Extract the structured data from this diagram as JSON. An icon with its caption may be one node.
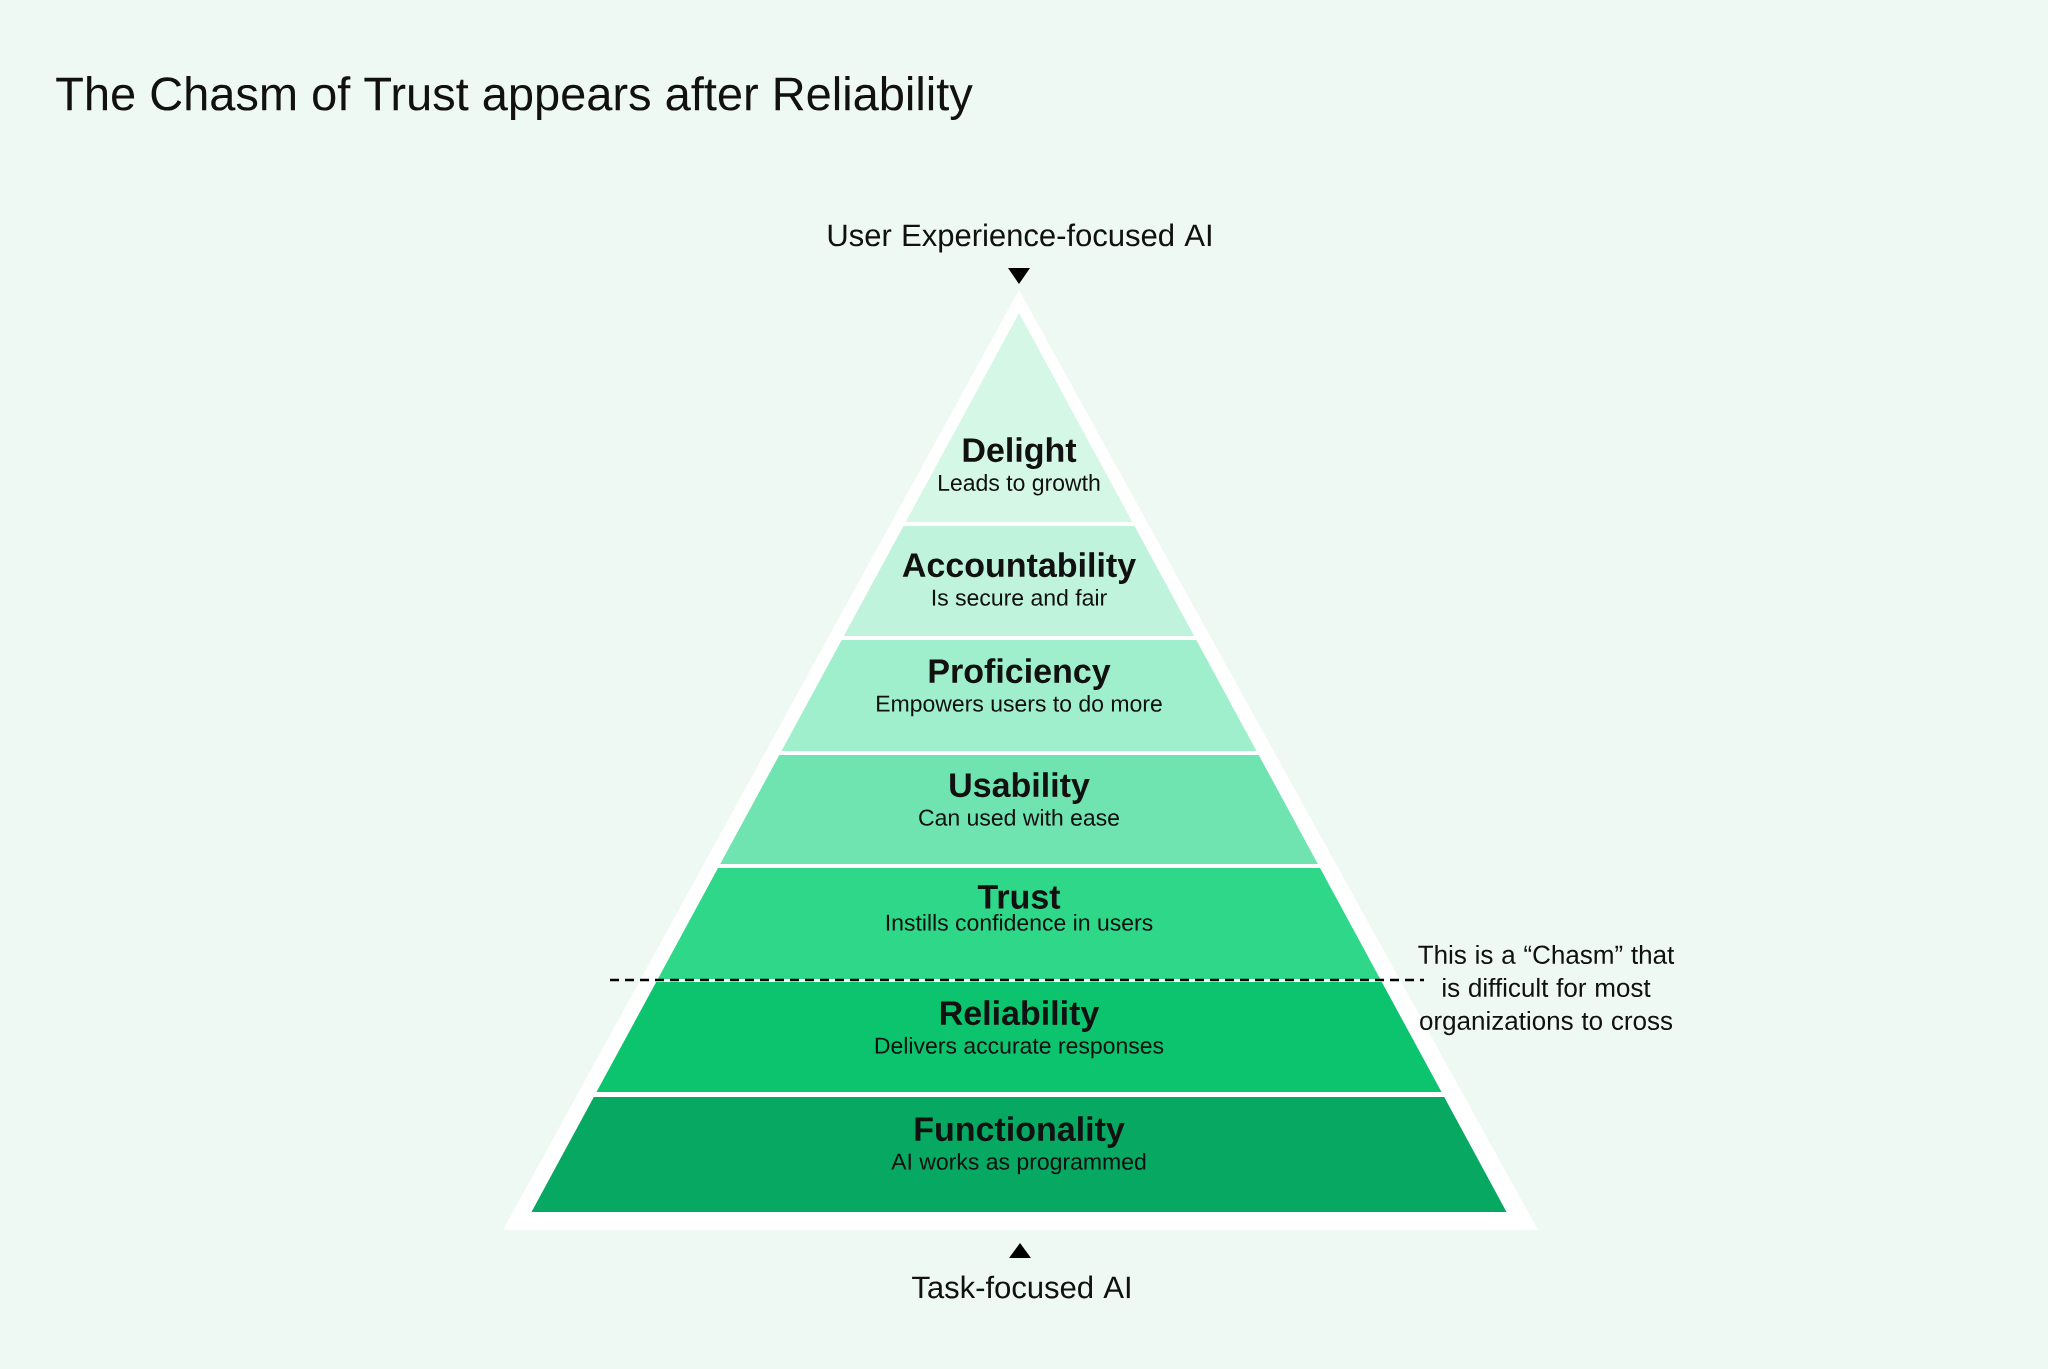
{
  "diagram": {
    "title": "The Chasm of Trust appears after Reliability",
    "nodes": [
      {
        "text": [
          "Delight",
          "Leads to growth"
        ]
      },
      {
        "text": [
          "Accountability",
          "Is secure and fair"
        ]
      },
      {
        "text": [
          "Proficiency",
          "Empowers users to do more"
        ]
      },
      {
        "text": [
          "Usability",
          "Can used with ease"
        ]
      },
      {
        "text": [
          "Trust",
          "Instills confidence in users"
        ]
      },
      {
        "text": [
          "Reliability",
          "Delivers accurate responses"
        ]
      },
      {
        "text": [
          "Functionality",
          "AI works as programmed"
        ]
      }
    ],
    "labels": [
      "User Experience-focused AI",
      "Task-focused AI",
      "This is a “Chasm” that is difficult for most organizations to cross"
    ]
  }
}
